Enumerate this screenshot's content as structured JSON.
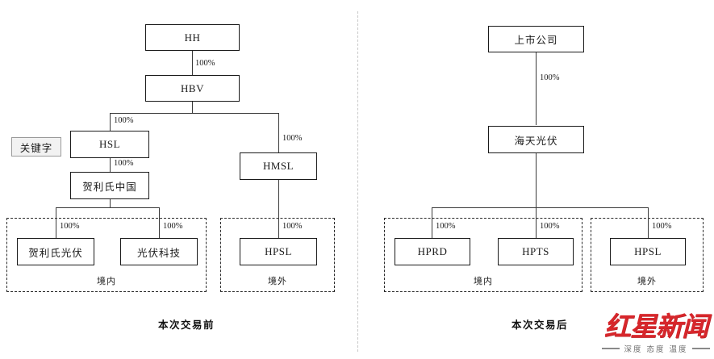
{
  "diagram": {
    "divider": {
      "style": "dashed-vertical"
    },
    "left_panel": {
      "caption": "本次交易前",
      "keyword_tag": "关键字",
      "nodes": [
        {
          "id": "hh",
          "label": "HH",
          "script": "latin"
        },
        {
          "id": "hbv",
          "label": "HBV",
          "script": "latin"
        },
        {
          "id": "hsl",
          "label": "HSL",
          "script": "latin"
        },
        {
          "id": "hlsch",
          "label": "贺利氏中国",
          "script": "cjk"
        },
        {
          "id": "hlspv",
          "label": "贺利氏光伏",
          "script": "cjk"
        },
        {
          "id": "pvtech",
          "label": "光伏科技",
          "script": "cjk"
        },
        {
          "id": "hmsl",
          "label": "HMSL",
          "script": "latin"
        },
        {
          "id": "hpsl",
          "label": "HPSL",
          "script": "latin"
        }
      ],
      "edges": [
        {
          "from": "hh",
          "to": "hbv",
          "label": "100%"
        },
        {
          "from": "hbv",
          "to": "hsl",
          "label": "100%"
        },
        {
          "from": "hbv",
          "to": "hmsl",
          "label": "100%"
        },
        {
          "from": "hsl",
          "to": "hlsch",
          "label": "100%"
        },
        {
          "from": "hlsch",
          "to": "hlspv",
          "label": "100%"
        },
        {
          "from": "hlsch",
          "to": "pvtech",
          "label": "100%"
        },
        {
          "from": "hmsl",
          "to": "hpsl",
          "label": "100%"
        }
      ],
      "regions": [
        {
          "id": "domestic",
          "label": "境内",
          "members": [
            "hlspv",
            "pvtech"
          ]
        },
        {
          "id": "offshore",
          "label": "境外",
          "members": [
            "hpsl"
          ]
        }
      ]
    },
    "right_panel": {
      "caption": "本次交易后",
      "nodes": [
        {
          "id": "listco",
          "label": "上市公司",
          "script": "cjk"
        },
        {
          "id": "htpv",
          "label": "海天光伏",
          "script": "cjk"
        },
        {
          "id": "hprd",
          "label": "HPRD",
          "script": "latin"
        },
        {
          "id": "hpts",
          "label": "HPTS",
          "script": "latin"
        },
        {
          "id": "hpsl2",
          "label": "HPSL",
          "script": "latin"
        }
      ],
      "edges": [
        {
          "from": "listco",
          "to": "htpv",
          "label": "100%"
        },
        {
          "from": "htpv",
          "to": "hprd",
          "label": "100%"
        },
        {
          "from": "htpv",
          "to": "hpts",
          "label": "100%"
        },
        {
          "from": "htpv",
          "to": "hpsl2",
          "label": "100%"
        }
      ],
      "regions": [
        {
          "id": "domestic2",
          "label": "境内",
          "members": [
            "hprd",
            "hpts"
          ]
        },
        {
          "id": "offshore2",
          "label": "境外",
          "members": [
            "hpsl2"
          ]
        }
      ]
    }
  },
  "watermark": {
    "brand": "红星新闻",
    "tagline": "深度 态度 温度",
    "brand_color": "#d7262b"
  }
}
